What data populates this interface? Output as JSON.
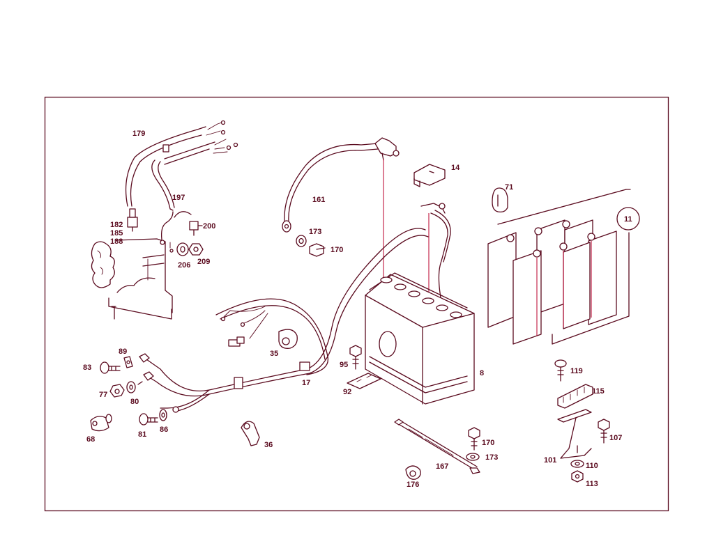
{
  "colors": {
    "ink": "#5a0a1e",
    "accent": "#c0143c",
    "background": "#ffffff"
  },
  "callouts": {
    "c179": "179",
    "c197": "197",
    "c182": "182",
    "c185": "185",
    "c188": "188",
    "c200": "200",
    "c206": "206",
    "c209": "209",
    "c161": "161",
    "c173a": "173",
    "c170a": "170",
    "c14": "14",
    "c71": "71",
    "c11": "11",
    "c89": "89",
    "c83": "83",
    "c77": "77",
    "c80": "80",
    "c68": "68",
    "c81": "81",
    "c86": "86",
    "c35": "35",
    "c17": "17",
    "c95": "95",
    "c92": "92",
    "c8": "8",
    "c36": "36",
    "c119": "119",
    "c115": "115",
    "c107": "107",
    "c101": "101",
    "c110": "110",
    "c113": "113",
    "c170b": "170",
    "c173b": "173",
    "c167": "167",
    "c176": "176"
  }
}
